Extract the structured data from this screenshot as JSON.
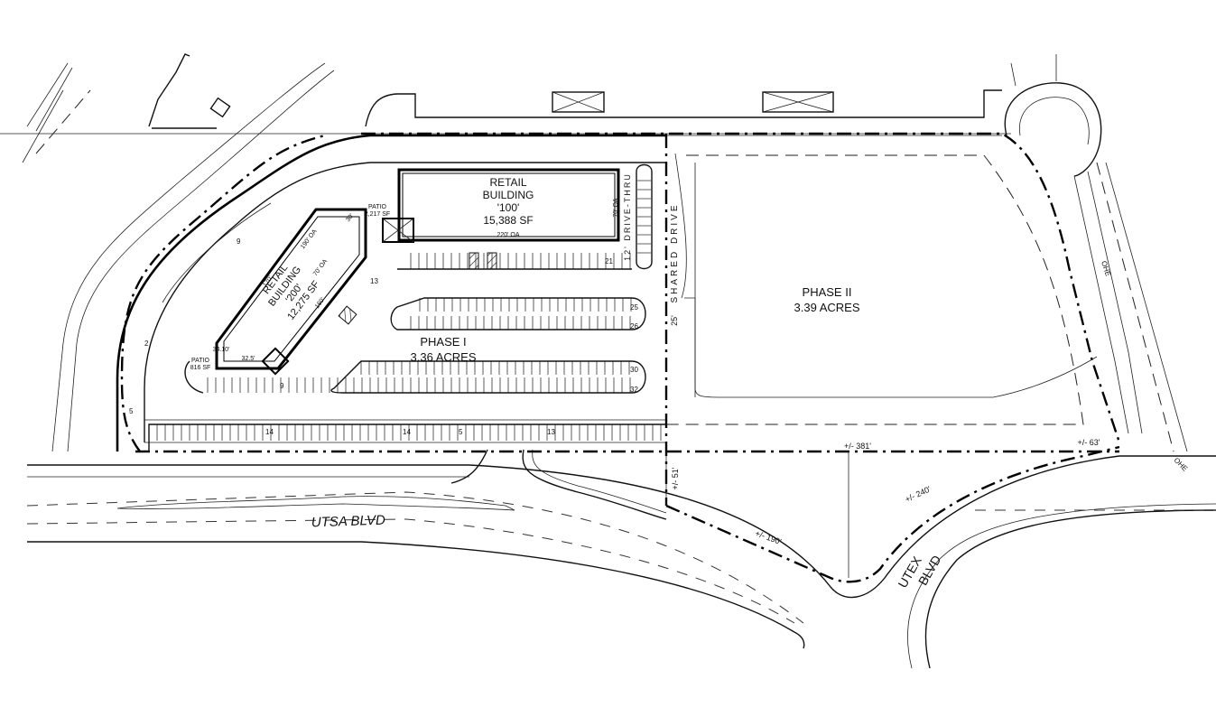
{
  "plan": {
    "buildings": [
      {
        "id": "100",
        "name_line1": "RETAIL",
        "name_line2": "BUILDING",
        "number": "'100'",
        "area": "15,388 SF",
        "width_dim": "220' OA",
        "depth_dim": "70' OA"
      },
      {
        "id": "200",
        "name_line1": "RETAIL",
        "name_line2": "BUILDING",
        "number": "'200'",
        "area": "12,275 SF",
        "dim_a": "190' OA",
        "dim_b": "170'",
        "dim_c": "70' OA",
        "dim_d": "160'"
      }
    ],
    "patios": [
      {
        "label": "PATIO",
        "area": "2,217 SF"
      },
      {
        "label": "PATIO",
        "area": "816 SF"
      }
    ],
    "phases": [
      {
        "name": "PHASE I",
        "acres": "3.36 ACRES"
      },
      {
        "name": "PHASE II",
        "acres": "3.39 ACRES"
      }
    ],
    "roads": {
      "main": "UTSA BLVD",
      "side_line1": "UTEX",
      "side_line2": "BLVD",
      "shared": "SHARED DRIVE",
      "drive_thru": "12' DRIVE-THRU",
      "shared_width": "25'"
    },
    "dimensions": {
      "d381": "+/- 381'",
      "d63": "+/- 63'",
      "d51": "+/- 51'",
      "d190": "+/- 190'",
      "d240": "+/- 240'",
      "d32": "32.5'",
      "d30": "30'",
      "d34": "34.10'"
    },
    "stall_counts": {
      "c9a": "9",
      "c9b": "9",
      "c13a": "13",
      "c21": "21",
      "c25": "25",
      "c26": "26",
      "c30": "30",
      "c32": "32",
      "c2": "2",
      "c5a": "5",
      "c14a": "14",
      "c14b": "14",
      "c5b": "5",
      "c13b": "13"
    },
    "utility_label": "OHE"
  }
}
